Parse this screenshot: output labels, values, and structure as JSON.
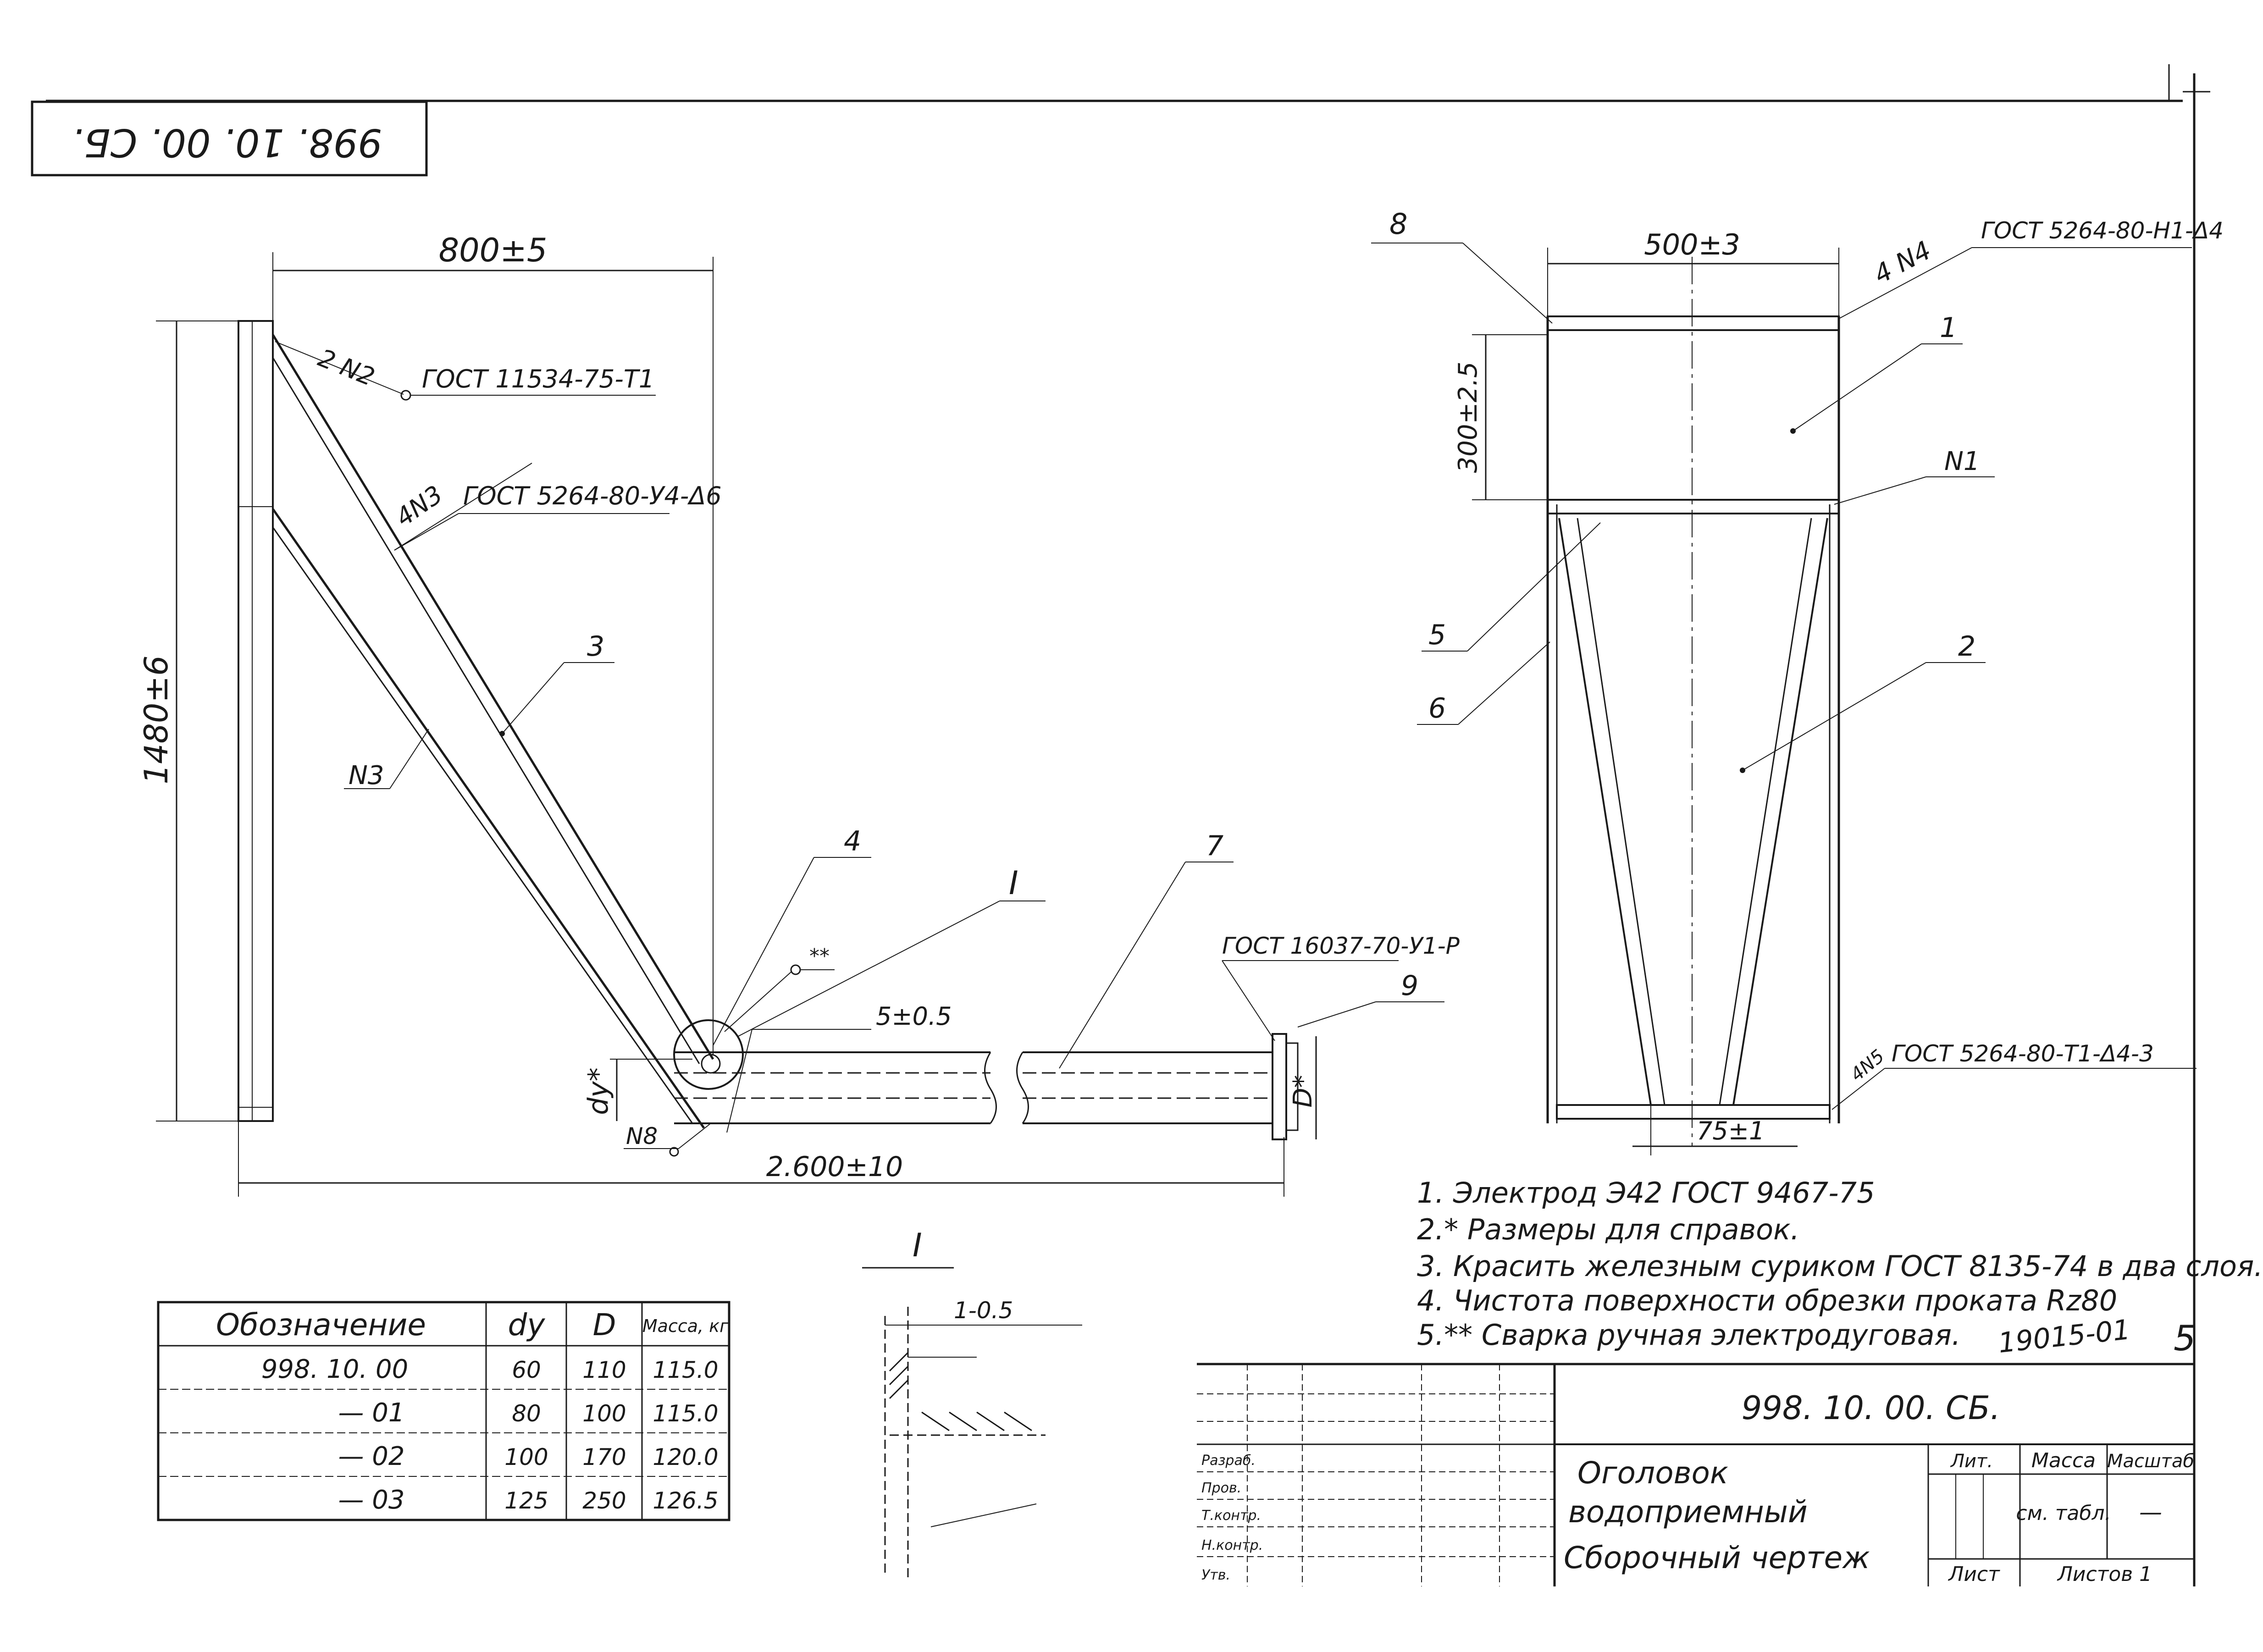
{
  "stamp": {
    "code_rotated": "998. 10. 00. СБ.",
    "code": "998. 10. 00. СБ.",
    "title_line1": "Оголовок",
    "title_line2": "водоприемный",
    "title_line3": "Сборочный чертеж",
    "mass_header": "Масса",
    "scale_header": "Масштаб",
    "letter_header": "Лит.",
    "mass_value": "см. табл.",
    "scale_value": "—",
    "sheet_label": "Лист",
    "sheets_label": "Листов 1"
  },
  "side_view": {
    "dim_width": "800±5",
    "dim_height": "1480±6",
    "dim_length": "2.600±10",
    "dim_gap": "5±0.5",
    "dim_dy": "dy*",
    "dim_D": "D*",
    "weld_n2": "2 N2",
    "gost_n2": "ГОСТ 11534-75-Т1",
    "weld_4n3": "4N3",
    "gost_n3": "ГОСТ 5264-80-У4-Δ6",
    "weld_n3_lower": "N3",
    "weld_n8": "N8",
    "weld_star": "**",
    "gost_9": "ГОСТ 16037-70-У1-Р",
    "pos3": "3",
    "pos4": "4",
    "pos7": "7",
    "pos9": "9",
    "node_I": "I"
  },
  "front_view": {
    "dim_width": "500±3",
    "dim_300": "300±2.5",
    "dim_75": "75±1",
    "weld_4n4": "4 N4",
    "gost_n4": "ГОСТ 5264-80-Н1-Δ4",
    "weld_n1": "N1",
    "weld_4n5": "4N5",
    "gost_n5": "ГОСТ 5264-80-Т1-Δ4-3",
    "pos1": "1",
    "pos2": "2",
    "pos5": "5",
    "pos6": "6",
    "pos8": "8"
  },
  "detail": {
    "label": "I",
    "dim": "1-0.5"
  },
  "notes": [
    "1. Электрод Э42 ГОСТ 9467-75",
    "2.* Размеры для справок.",
    "3. Красить железным суриком ГОСТ 8135-74 в два слоя.",
    "4. Чистота поверхности обрезки проката Rz80",
    "5.** Сварка ручная электродуговая."
  ],
  "doc_number": "19015-01",
  "page_num": "5",
  "table": {
    "headers": [
      "Обозначение",
      "dy",
      "D",
      "Масса, кг"
    ],
    "rows": [
      [
        "998. 10. 00",
        "60",
        "110",
        "115.0"
      ],
      [
        "— 01",
        "80",
        "100",
        "115.0"
      ],
      [
        "— 02",
        "100",
        "170",
        "120.0"
      ],
      [
        "— 03",
        "125",
        "250",
        "126.5"
      ]
    ]
  },
  "title_block_signatures": [
    "Разраб.",
    "Пров.",
    "Т.контр.",
    "Н.контр.",
    "Утв."
  ]
}
